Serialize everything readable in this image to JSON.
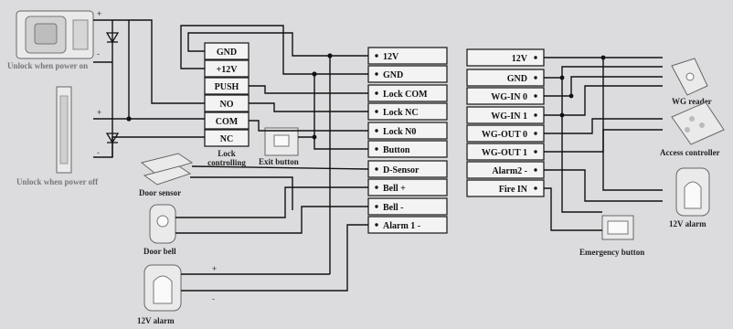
{
  "lock_controller": {
    "terminals": [
      "GND",
      "+12V",
      "PUSH",
      "NO",
      "COM",
      "NC"
    ],
    "caption_line1": "Lock",
    "caption_line2": "controlling"
  },
  "main_board": {
    "terminals": [
      "12V",
      "GND",
      "Lock COM",
      "Lock NC",
      "Lock N0",
      "Button",
      "D-Sensor",
      "Bell +",
      "Bell -",
      "Alarm 1 -"
    ]
  },
  "right_board": {
    "terminals": [
      "12V",
      "GND",
      "WG-IN 0",
      "WG-IN 1",
      "WG-OUT 0",
      "WG-OUT 1",
      "Alarm2 -",
      "Fire IN"
    ]
  },
  "devices": {
    "unlock_power_on": "Unlock when power on",
    "unlock_power_off": "Unlock when power off",
    "exit_button": "Exit button",
    "door_sensor": "Door sensor",
    "door_bell": "Door bell",
    "alarm_left": "12V alarm",
    "wg_reader": "WG reader",
    "access_controller": "Access controller",
    "alarm_right": "12V alarm",
    "emergency_button": "Emergency button"
  },
  "signs": {
    "plus": "+",
    "minus": "-"
  },
  "colors": {
    "background": "#dcdcdf",
    "wire": "#111111",
    "terminal_fill": "#f3f3f3"
  }
}
